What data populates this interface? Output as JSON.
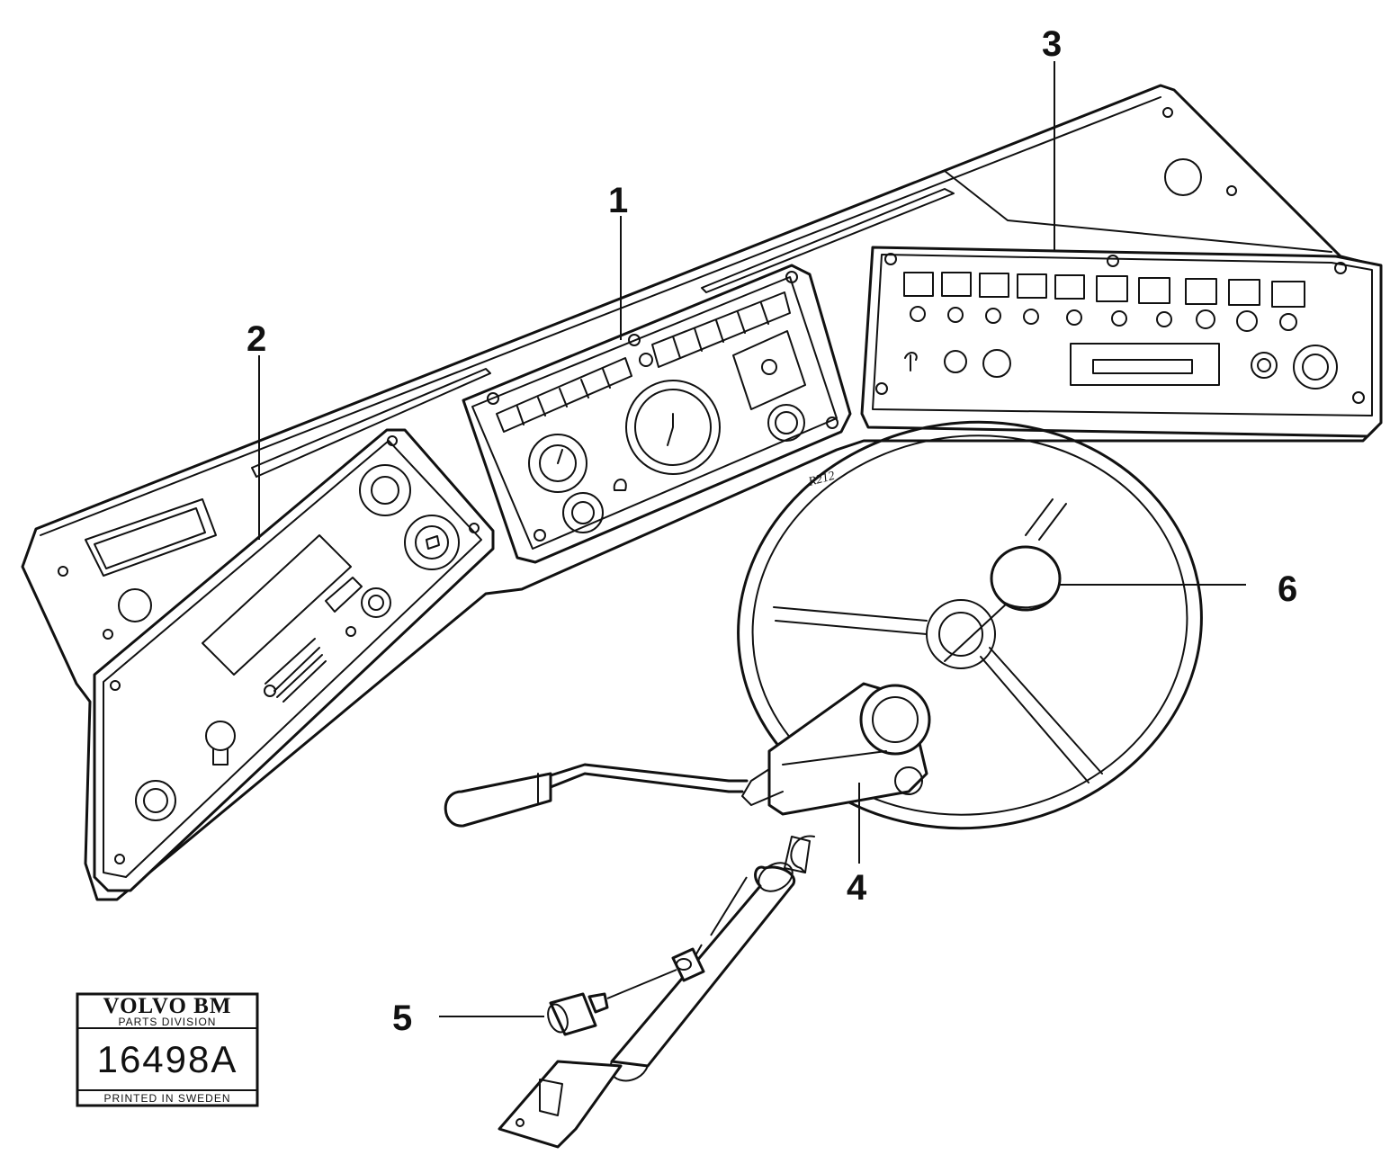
{
  "callouts": [
    {
      "id": "1",
      "label": "1"
    },
    {
      "id": "2",
      "label": "2"
    },
    {
      "id": "3",
      "label": "3"
    },
    {
      "id": "4",
      "label": "4"
    },
    {
      "id": "5",
      "label": "5"
    },
    {
      "id": "6",
      "label": "6"
    }
  ],
  "stamp": {
    "brand": "VOLVO BM",
    "division": "PARTS DIVISION",
    "number": "16498A",
    "footer": "PRINTED IN SWEDEN"
  },
  "engraving": "R212"
}
